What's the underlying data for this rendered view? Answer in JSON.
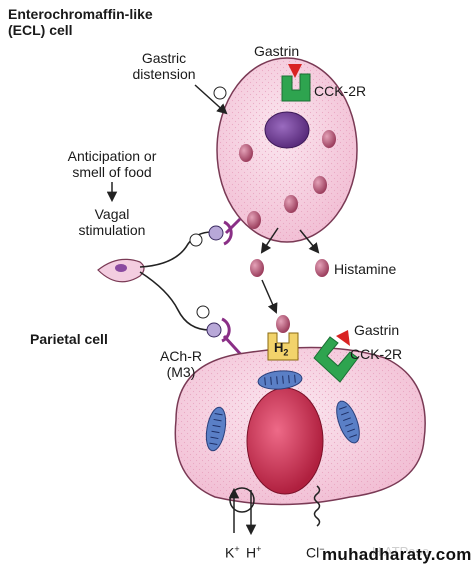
{
  "ecl_cell": {
    "title_line1": "Enterochromaffin-like",
    "title_line2": "(ECL) cell"
  },
  "parietal_cell": {
    "title": "Parietal cell"
  },
  "stimuli": {
    "gastric_distension_line1": "Gastric",
    "gastric_distension_line2": "distension",
    "anticipation_line1": "Anticipation or",
    "anticipation_line2": "smell of food",
    "vagal_line1": "Vagal",
    "vagal_line2": "stimulation"
  },
  "receptors": {
    "gastrin_top": "Gastrin",
    "cck2r_top": "CCK-2R",
    "gastrin_bottom": "Gastrin",
    "cck2r_bottom": "CCK-2R",
    "h2_letter": "H",
    "h2_sub": "2",
    "achr_line1": "ACh-R",
    "achr_line2": "(M3)"
  },
  "mediators": {
    "histamine": "Histamine"
  },
  "ions": {
    "k": "K",
    "h": "H",
    "cl": "Cl"
  },
  "symbols": {
    "plus": "+",
    "minus": "−"
  },
  "watermark": {
    "text": "muhadharaty.com",
    "faint_text": "H ATPase"
  },
  "colors": {
    "cell_fill": "#f6d3e3",
    "cell_stroke": "#7a3a55",
    "nucleus_purple": "#6b3a8e",
    "nucleus_red": "#c7335a",
    "granule": "#b85a78",
    "receptor_green": "#2ea44f",
    "gastrin_red": "#d92323",
    "h2_yellow": "#f2d36b",
    "nerve_purple": "#8a2f86",
    "mito_blue": "#4a6fb5"
  }
}
